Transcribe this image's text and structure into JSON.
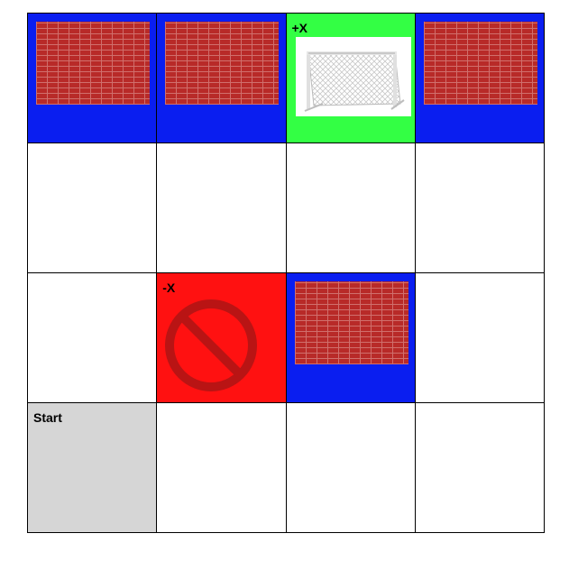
{
  "grid": {
    "rows": 4,
    "cols": 4,
    "cells": [
      {
        "row": 0,
        "col": 0,
        "type": "wall"
      },
      {
        "row": 0,
        "col": 1,
        "type": "wall"
      },
      {
        "row": 0,
        "col": 2,
        "type": "goal",
        "label": "+X",
        "icon": "soccer-goal-icon"
      },
      {
        "row": 0,
        "col": 3,
        "type": "wall"
      },
      {
        "row": 2,
        "col": 1,
        "type": "penalty",
        "label": "-X",
        "icon": "prohibited-icon"
      },
      {
        "row": 2,
        "col": 2,
        "type": "wall"
      },
      {
        "row": 3,
        "col": 0,
        "type": "start",
        "label": "Start"
      }
    ]
  },
  "labels": {
    "goal": "+X",
    "penalty": "-X",
    "start": "Start"
  },
  "colors": {
    "wall": "#0a1ef0",
    "brick": "#b82a28",
    "goal": "#33ff44",
    "penalty": "#ff1111",
    "start": "#d6d6d6"
  }
}
